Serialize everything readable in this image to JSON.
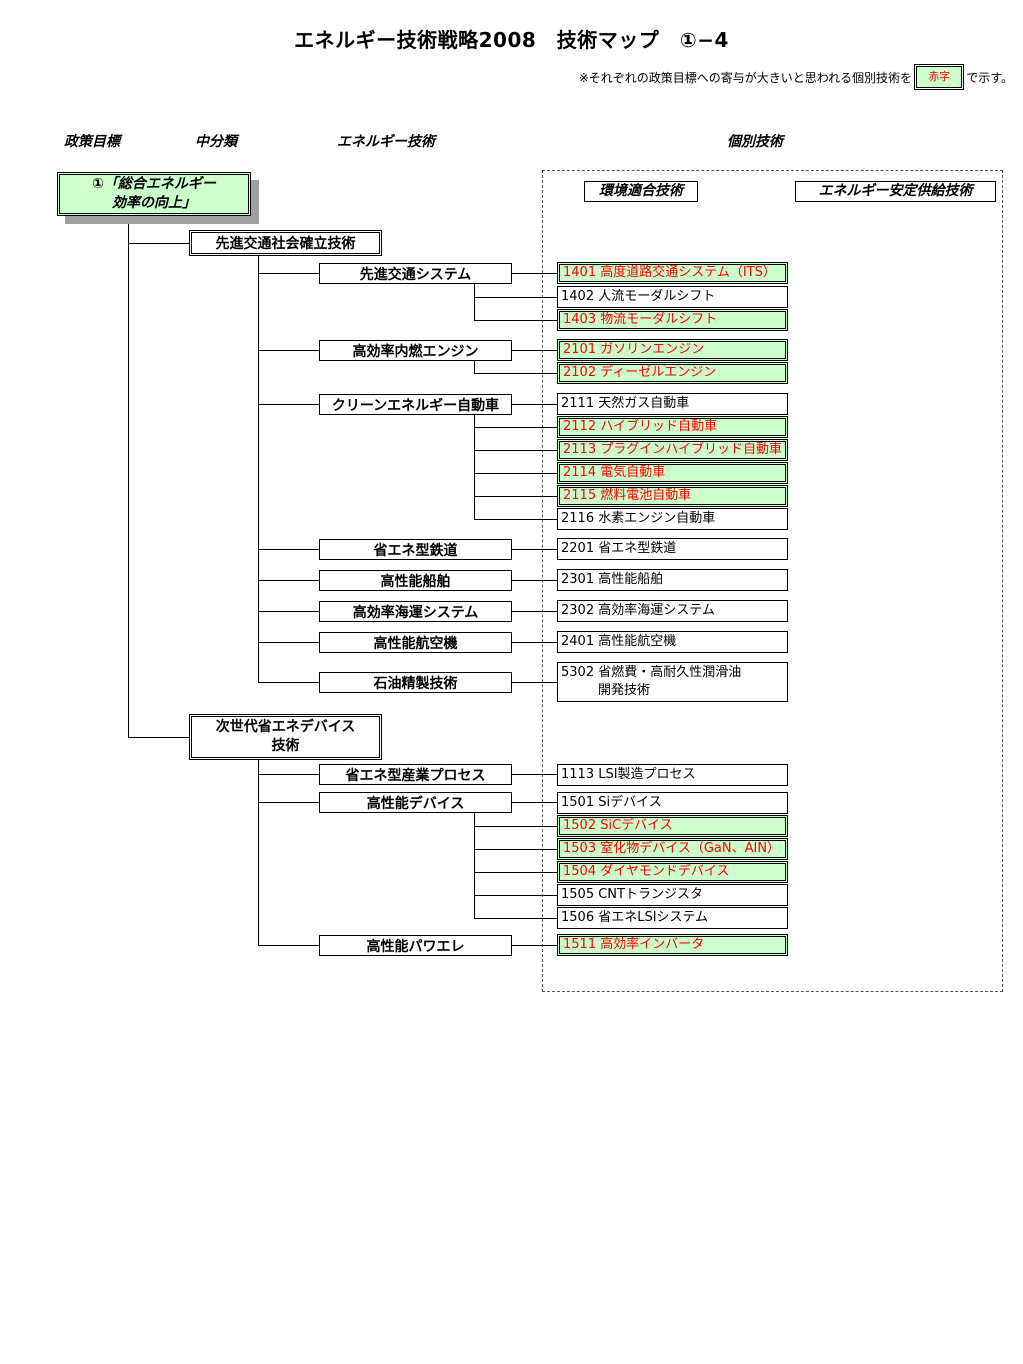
{
  "title": "エネルギー技術戦略2008　技術マップ　①−4",
  "note": {
    "prefix": "※それぞれの政策目標への寄与が大きいと思われる個別技術を",
    "legend": "赤字",
    "suffix": "で示す。"
  },
  "columns": {
    "policy_goal": "政策目標",
    "subcategory": "中分類",
    "energy_tech": "エネルギー技術",
    "individual_tech": "個別技術"
  },
  "individual_headers": {
    "environment": "環境適合技術",
    "supply": "エネルギー安定供給技術"
  },
  "goal": {
    "line1": "①「総合エネルギー",
    "line2": "効率の向上」"
  },
  "subcategories": [
    {
      "label": "先進交通社会確立技術"
    },
    {
      "label": "次世代省エネデバイス技術",
      "line1": "次世代省エネデバイス",
      "line2": "技術"
    }
  ],
  "energy_techs": [
    {
      "label": "先進交通システム"
    },
    {
      "label": "高効率内燃エンジン"
    },
    {
      "label": "クリーンエネルギー自動車"
    },
    {
      "label": "省エネ型鉄道"
    },
    {
      "label": "高性能船舶"
    },
    {
      "label": "高効率海運システム"
    },
    {
      "label": "高性能航空機"
    },
    {
      "label": "石油精製技術"
    },
    {
      "label": "省エネ型産業プロセス"
    },
    {
      "label": "高性能デバイス"
    },
    {
      "label": "高性能パワエレ"
    }
  ],
  "techs": [
    {
      "label": "1401 高度道路交通システム（ITS）",
      "highlight": true
    },
    {
      "label": "1402 人流モーダルシフト",
      "highlight": false
    },
    {
      "label": "1403 物流モーダルシフト",
      "highlight": true
    },
    {
      "label": "2101 ガソリンエンジン",
      "highlight": true
    },
    {
      "label": "2102 ディーゼルエンジン",
      "highlight": true
    },
    {
      "label": "2111 天然ガス自動車",
      "highlight": false
    },
    {
      "label": "2112 ハイブリッド自動車",
      "highlight": true
    },
    {
      "label": "2113 プラグインハイブリッド自動車",
      "highlight": true
    },
    {
      "label": "2114 電気自動車",
      "highlight": true
    },
    {
      "label": "2115 燃料電池自動車",
      "highlight": true
    },
    {
      "label": "2116 水素エンジン自動車",
      "highlight": false
    },
    {
      "label": "2201 省エネ型鉄道",
      "highlight": false
    },
    {
      "label": "2301 高性能船舶",
      "highlight": false
    },
    {
      "label": "2302 高効率海運システム",
      "highlight": false
    },
    {
      "label": "2401 高性能航空機",
      "highlight": false
    },
    {
      "label": "5302 省燃費・高耐久性潤滑油開発技術",
      "line1": "5302 省燃費・高耐久性潤滑油",
      "line2": "開発技術",
      "highlight": false
    },
    {
      "label": "1113 LSI製造プロセス",
      "highlight": false
    },
    {
      "label": "1501 Siデバイス",
      "highlight": false
    },
    {
      "label": "1502 SiCデバイス",
      "highlight": true
    },
    {
      "label": "1503 窒化物デバイス（GaN、AIN）",
      "highlight": true
    },
    {
      "label": "1504 ダイヤモンドデバイス",
      "highlight": true
    },
    {
      "label": "1505 CNTトランジスタ",
      "highlight": false
    },
    {
      "label": "1506 省エネLSIシステム",
      "highlight": false
    },
    {
      "label": "1511 高効率インバータ",
      "highlight": true
    }
  ],
  "colors": {
    "highlight_bg": "#ccffcc",
    "highlight_text": "#ff0000",
    "shadow": "#a0a0a0"
  }
}
